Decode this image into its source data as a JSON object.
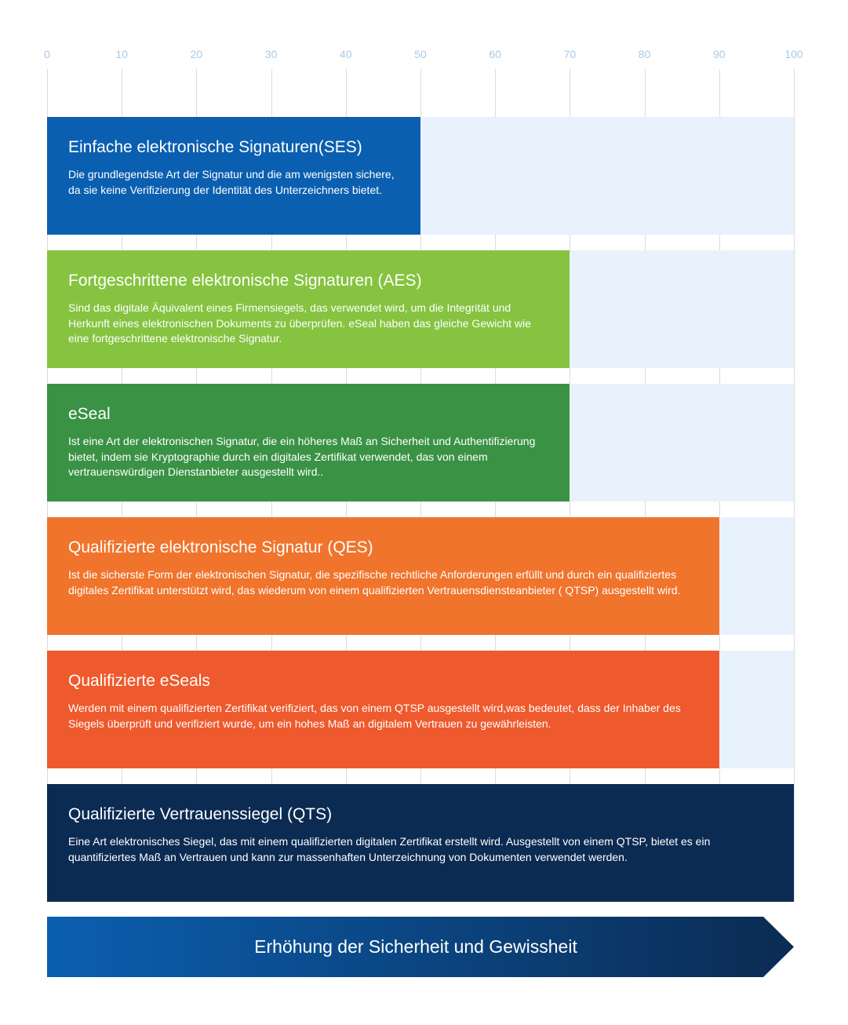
{
  "chart_data": {
    "type": "bar",
    "orientation": "horizontal",
    "xlim": [
      0,
      100
    ],
    "xticks": [
      0,
      10,
      20,
      30,
      40,
      50,
      60,
      70,
      80,
      90,
      100
    ],
    "grid": true,
    "categories": [
      "Einfache elektronische Signaturen(SES)",
      "Fortgeschrittene elektronische Signaturen (AES)",
      "eSeal",
      "Qualifizierte elektronische Signatur (QES)",
      "Qualifizierte eSeals",
      "Qualifizierte Vertrauenssiegel (QTS)"
    ],
    "values": [
      50,
      70,
      70,
      90,
      90,
      100
    ],
    "bars": [
      {
        "title": "Einfache elektronische Signaturen(SES)",
        "description": "Die grundlegendste Art der Signatur und die am wenigsten sichere, da sie keine Verifizierung der Identität des Unterzeichners bietet.",
        "value": 50,
        "color": "#0b5fb0"
      },
      {
        "title": "Fortgeschrittene elektronische Signaturen (AES)",
        "description": "Sind das digitale Äquivalent eines Firmensiegels, das verwendet wird, um die Integrität und Herkunft eines elektronischen Dokuments zu überprüfen. eSeal haben das gleiche Gewicht wie eine fortgeschrittene elektronische Signatur.",
        "value": 70,
        "color": "#86c340"
      },
      {
        "title": "eSeal",
        "description": "Ist eine Art der elektronischen Signatur, die ein höheres Maß an Sicherheit und Authentifizierung bietet, indem sie Kryptographie durch ein digitales Zertifikat verwendet, das von einem vertrauenswürdigen Dienstanbieter ausgestellt wird..",
        "value": 70,
        "color": "#3a9244"
      },
      {
        "title": "Qualifizierte elektronische Signatur (QES)",
        "description": "Ist die sicherste Form der elektronischen Signatur, die spezifische rechtliche Anforderungen erfüllt und durch ein qualifiziertes digitales Zertifikat unterstützt wird, das wiederum von einem qualifizierten Vertrauensdiensteanbieter ( QTSP) ausgestellt wird.",
        "value": 90,
        "color": "#f0742c"
      },
      {
        "title": "Qualifizierte eSeals",
        "description": "Werden mit einem qualifizierten Zertifikat verifiziert, das von einem QTSP ausgestellt wird,was bedeutet, dass der Inhaber des Siegels überprüft und verifiziert wurde, um ein hohes Maß an digitalem Vertrauen zu gewährleisten.",
        "value": 90,
        "color": "#ee5a2d"
      },
      {
        "title": "Qualifizierte Vertrauenssiegel (QTS)",
        "description": "Eine Art elektronisches Siegel, das mit einem qualifizierten digitalen Zertifikat erstellt wird. Ausgestellt von einem QTSP, bietet es ein quantifiziertes Maß an Vertrauen und kann zur massenhaften Unterzeichnung von Dokumenten verwendet werden.",
        "value": 100,
        "color": "#0b2b52"
      }
    ],
    "arrow_label": "Erhöhung der Sicherheit und Gewissheit"
  },
  "colors": {
    "track": "#e8f2fc",
    "grid": "#dcdcdc",
    "tick_text": "#a9c9e6",
    "arrow_start": "#0b5fb0",
    "arrow_end": "#0b2b52"
  }
}
